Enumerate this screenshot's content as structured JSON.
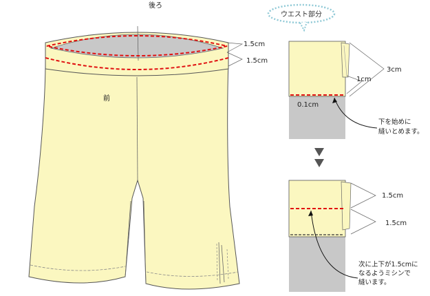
{
  "left": {
    "back_label": "後ろ",
    "front_label": "前",
    "dim_upper": "1.5cm",
    "dim_lower": "1.5cm"
  },
  "waist": {
    "bubble": "ウエスト部分",
    "dim_3cm": "3cm",
    "dim_1cm": "1cm",
    "dim_01cm": "0.1cm",
    "note1_line1": "下を始めに",
    "note1_line2": "縫いとめます。",
    "dim_upper": "1.5cm",
    "dim_lower": "1.5cm",
    "note2_line1": "次に上下が1.5cmに",
    "note2_line2": "なるようミシンで",
    "note2_line3": "縫います。"
  },
  "colors": {
    "fabric": "#fbf7c0",
    "shadow": "#c8c8c8",
    "stitch": "#e01010",
    "bubble_border": "#8fc9d6"
  }
}
